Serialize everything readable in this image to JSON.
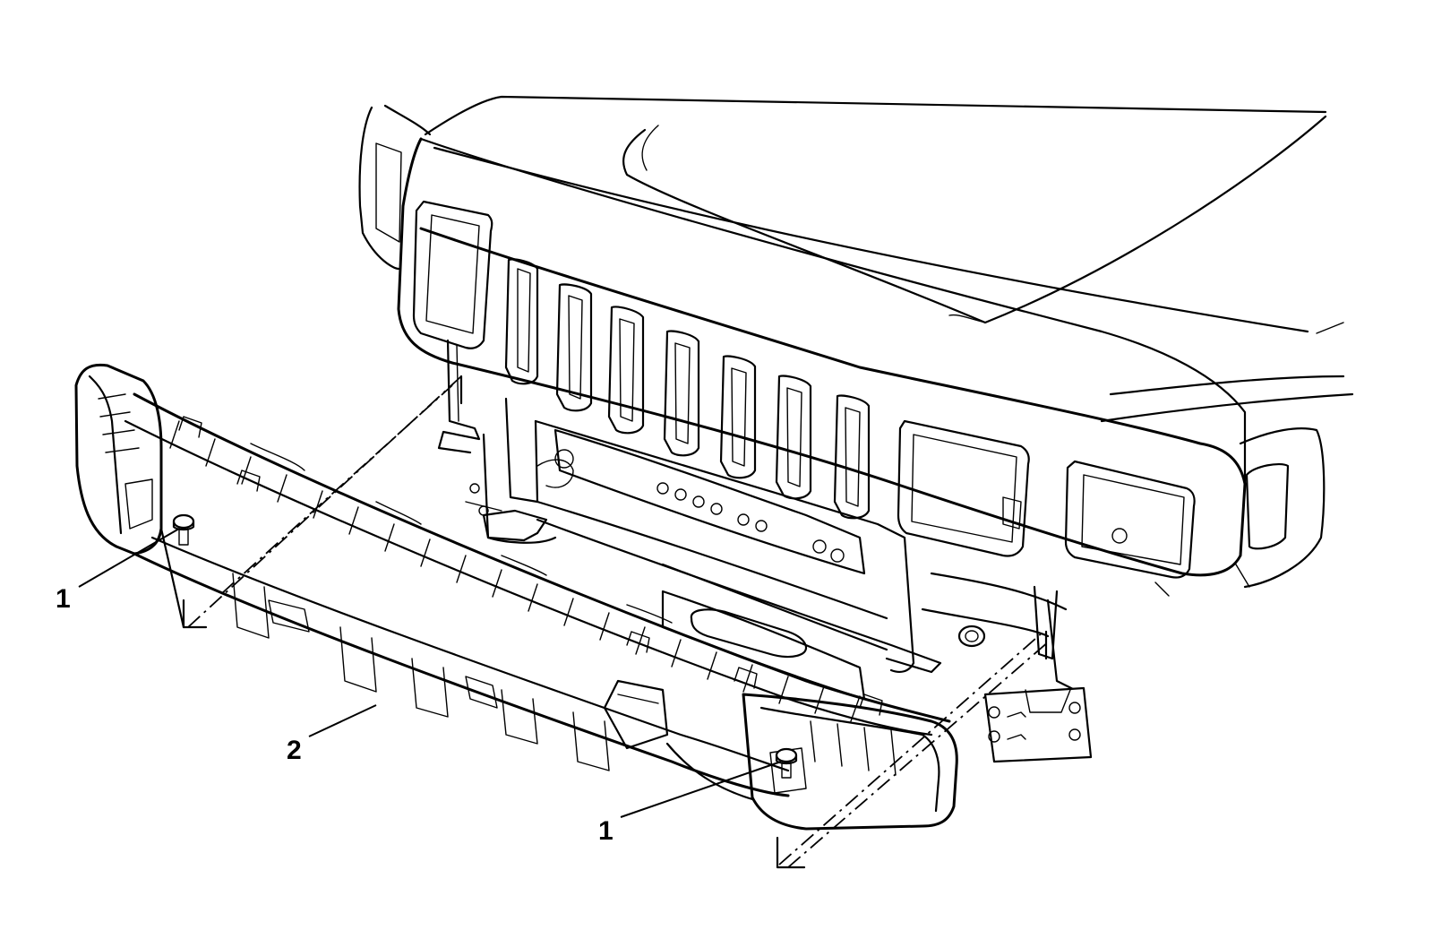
{
  "diagram": {
    "callouts": [
      {
        "id": "callout-1-left",
        "label": "1"
      },
      {
        "id": "callout-2",
        "label": "2"
      },
      {
        "id": "callout-1-right",
        "label": "1"
      }
    ]
  }
}
